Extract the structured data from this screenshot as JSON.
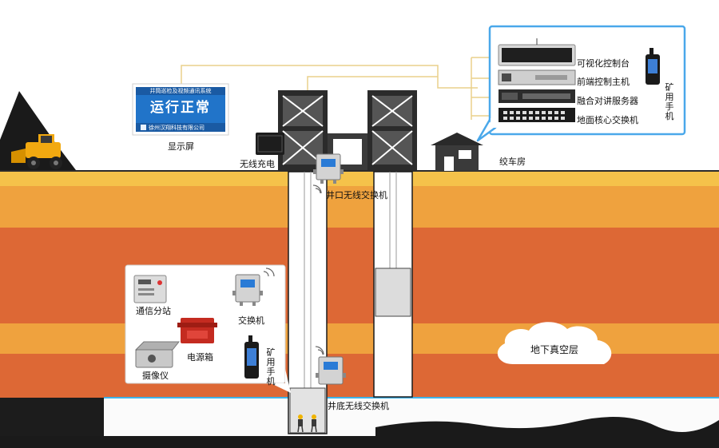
{
  "display": {
    "header": "井筒巡检及视频通讯系统",
    "status": "运行正常",
    "company": "徐州汉翔科技有限公司",
    "label": "显示屏"
  },
  "surface": {
    "wireless_charging": "无线充电",
    "winch_house": "绞车房"
  },
  "control_panel": {
    "items": [
      "可视化控制台",
      "前端控制主机",
      "融合对讲服务器",
      "地面核心交换机"
    ],
    "phone_label": "矿用手机"
  },
  "shaft": {
    "top_switch": "井口无线交换机",
    "bottom_switch": "井底无线交换机"
  },
  "underground_panel": {
    "comm_station": "通信分站",
    "switch": "交换机",
    "power_box": "电源箱",
    "camera": "摄像仪",
    "phone_label": "矿用手机"
  },
  "cloud_label": "地下真空层",
  "colors": {
    "orange_dark": "#dd6835",
    "orange_light": "#efa23e",
    "navy": "#1f3a6e",
    "callout_border": "#4aa8ea",
    "wire": "#ead08b",
    "shaft_wall": "#1a1a1a"
  }
}
